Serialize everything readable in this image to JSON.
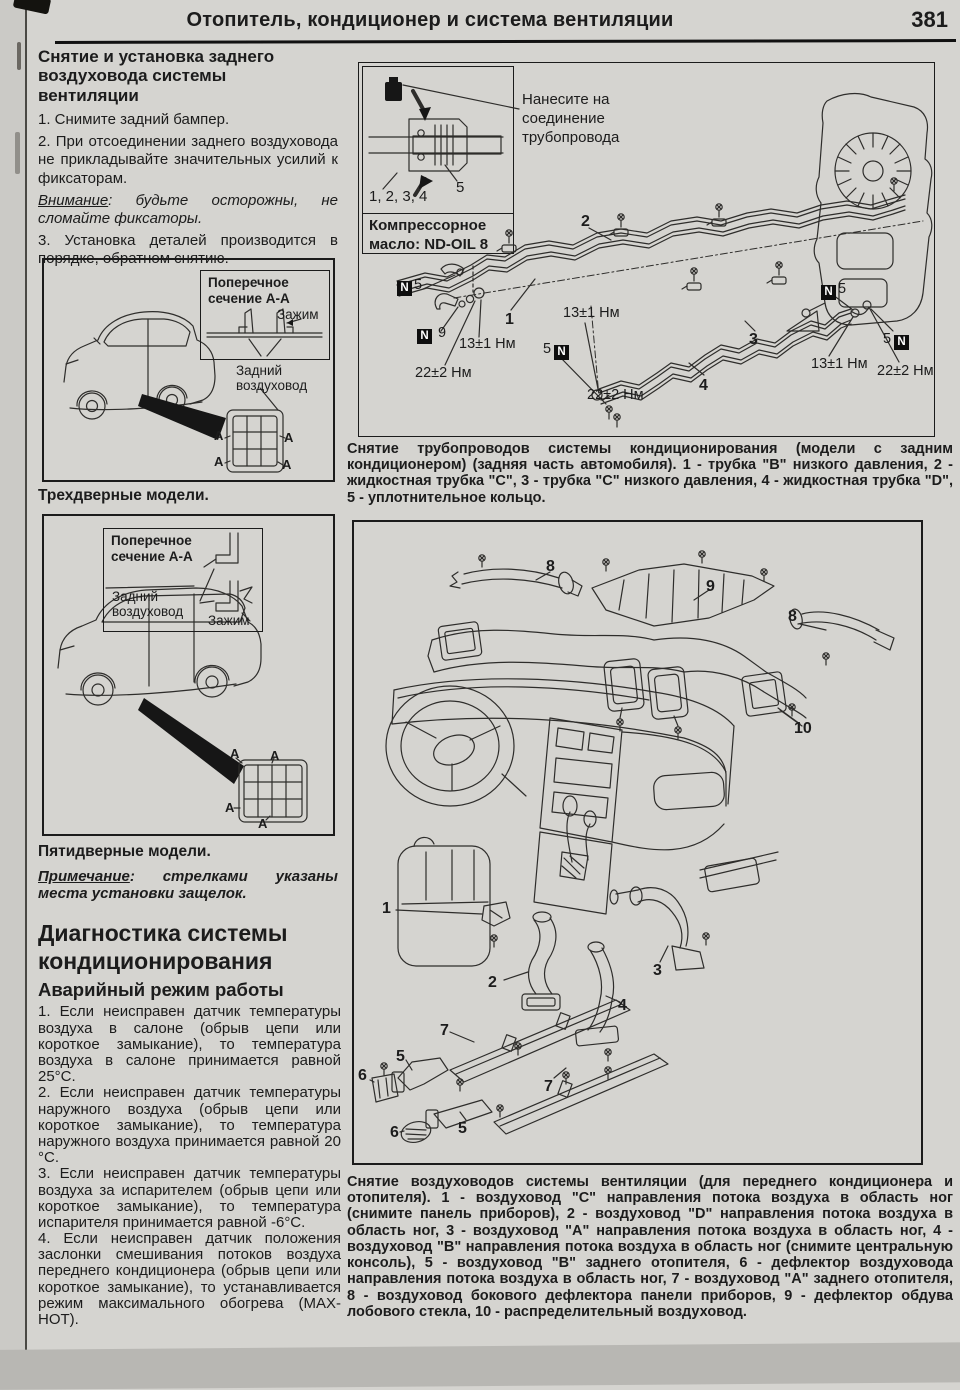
{
  "header": {
    "title": "Отопитель, кондиционер и система вентиляции",
    "page_number": "381"
  },
  "letters": {
    "A": "А"
  },
  "left": {
    "s1_heading": "Снятие и установка заднего воздуховода системы вентиляции",
    "s1_p1": "1. Снимите задний бампер.",
    "s1_p2": "2. При отсоединении заднего воздуховода не прикладывайте значительных усилий к фиксаторам.",
    "warn_label": "Внимание",
    "warn_rest": ": будьте осторожны, не сломайте фиксаторы.",
    "s1_p3": "3. Установка деталей производится в порядке, обратном снятию.",
    "fig3": {
      "inset_title": "Поперечное сечение А-А",
      "clamp": "Зажим",
      "duct": "Задний воздуховод",
      "caption": "Трехдверные модели."
    },
    "fig5": {
      "inset_title": "Поперечное сечение А-А",
      "clamp": "Зажим",
      "duct": "Задний воздуховод",
      "caption": "Пятидверные модели."
    },
    "note_label": "Примечание",
    "note_rest": ": стрелками указаны места установки защелок.",
    "s2_heading": "Диагностика системы кондиционирования",
    "s2_sub": "Аварийный режим работы",
    "s2_p1": "1. Если неисправен датчик температуры воздуха в салоне (обрыв цепи или короткое замыкание), то температура воздуха в салоне принимается равной 25°С.",
    "s2_p2": "2. Если неисправен датчик температуры наружного воздуха (обрыв цепи или короткое замыкание), то температура наружного воздуха принимается равной 20 °С.",
    "s2_p3": "3. Если неисправен датчик температуры воздуха за испарителем (обрыв цепи или короткое замыкание), то температура испарителя принимается равной -6°С.",
    "s2_p4": "4. Если неисправен датчик положения заслонки смешивания потоков воздуха переднего кондиционера (обрыв цепи или короткое замыкание), то устанавливается режим максимального обогрева (MAX-HOT)."
  },
  "fig_pipes": {
    "apply_note": "Нанесите на соединение трубопровода",
    "parts_group": "1, 2, 3, 4",
    "oil_note": "Компрессорное масло: ND-OIL 8",
    "n": "N",
    "p1": "1",
    "p2": "2",
    "p3": "3",
    "p4": "4",
    "p5": "5",
    "p9": "9",
    "torque13": "13±1 Нм",
    "torque22": "22±2 Нм",
    "caption": "Снятие трубопроводов системы кондиционирования (модели с задним кондиционером) (задняя часть автомобиля). 1 - трубка \"В\" низкого давления, 2 - жидкостная трубка \"С\", 3 - трубка \"С\" низкого давления, 4 - жидкостная трубка \"D\", 5 - уплотнительное кольцо."
  },
  "fig_ducts": {
    "labels": {
      "l1": "1",
      "l2": "2",
      "l3": "3",
      "l4": "4",
      "l5": "5",
      "l6": "6",
      "l7": "7",
      "l8": "8",
      "l9": "9",
      "l10": "10"
    },
    "caption": "Снятие воздуховодов системы вентиляции (для переднего кондиционера и отопителя). 1 - воздуховод \"С\" направления потока воздуха в область ног (снимите панель приборов), 2 - воздуховод \"D\" направления потока воздуха в область ног, 3 - воздуховод \"А\" направления потока воздуха в область ног, 4 - воздуховод \"В\" направления потока воздуха в область ног (снимите центральную консоль), 5 - воздуховод \"В\" заднего отопителя, 6 - дефлектор воздуховода направления потока воздуха в область ног, 7 - воздуховод \"А\" заднего отопителя, 8 - воздуховод бокового дефлектора панели приборов, 9 - дефлектор обдува лобового стекла, 10 - распределительный воздуховод."
  }
}
